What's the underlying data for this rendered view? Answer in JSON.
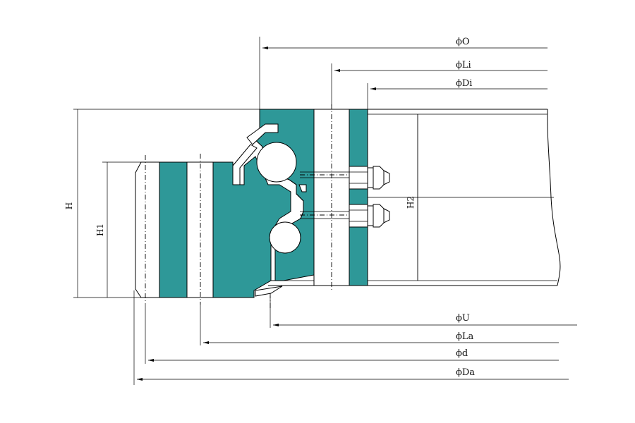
{
  "colors": {
    "section_fill": "#2e9898",
    "line": "#000000",
    "background": "#ffffff"
  },
  "labels": {
    "phi_O": "ϕO",
    "phi_Li": "ϕLi",
    "phi_Di": "ϕDi",
    "phi_U": "ϕU",
    "phi_La": "ϕLa",
    "phi_d": "ϕd",
    "phi_Da": "ϕDa",
    "H": "H",
    "H1": "H1",
    "H2": "H2"
  }
}
